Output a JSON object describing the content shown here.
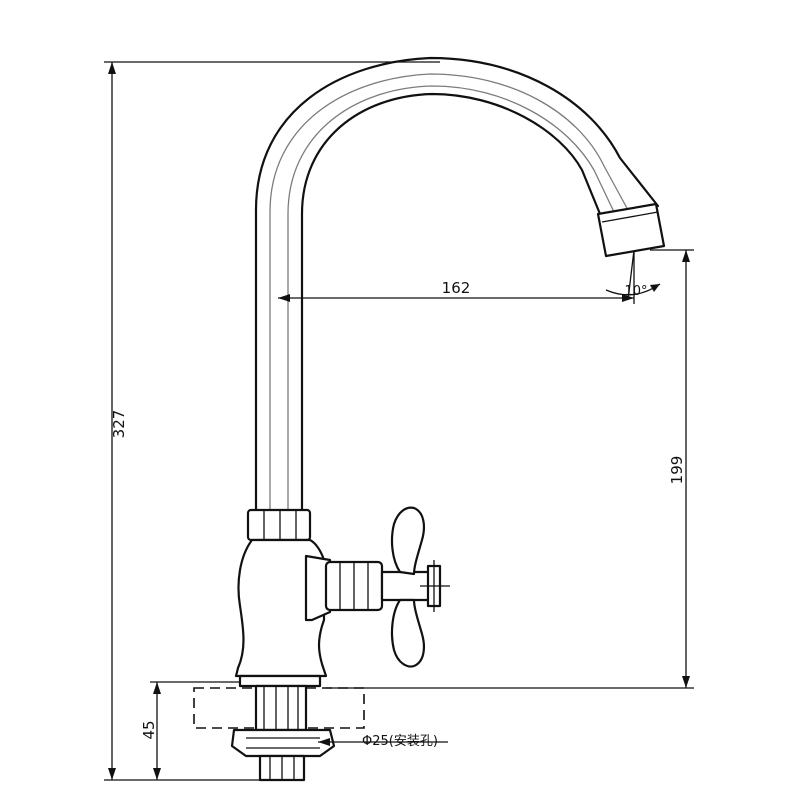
{
  "dimensions": {
    "total_height": "327",
    "spout_reach": "162",
    "spout_angle": "10°",
    "outlet_height": "199",
    "base_height": "45",
    "mount_hole": "Φ25(安装孔)"
  },
  "colors": {
    "line": "#111111",
    "background": "#ffffff"
  }
}
